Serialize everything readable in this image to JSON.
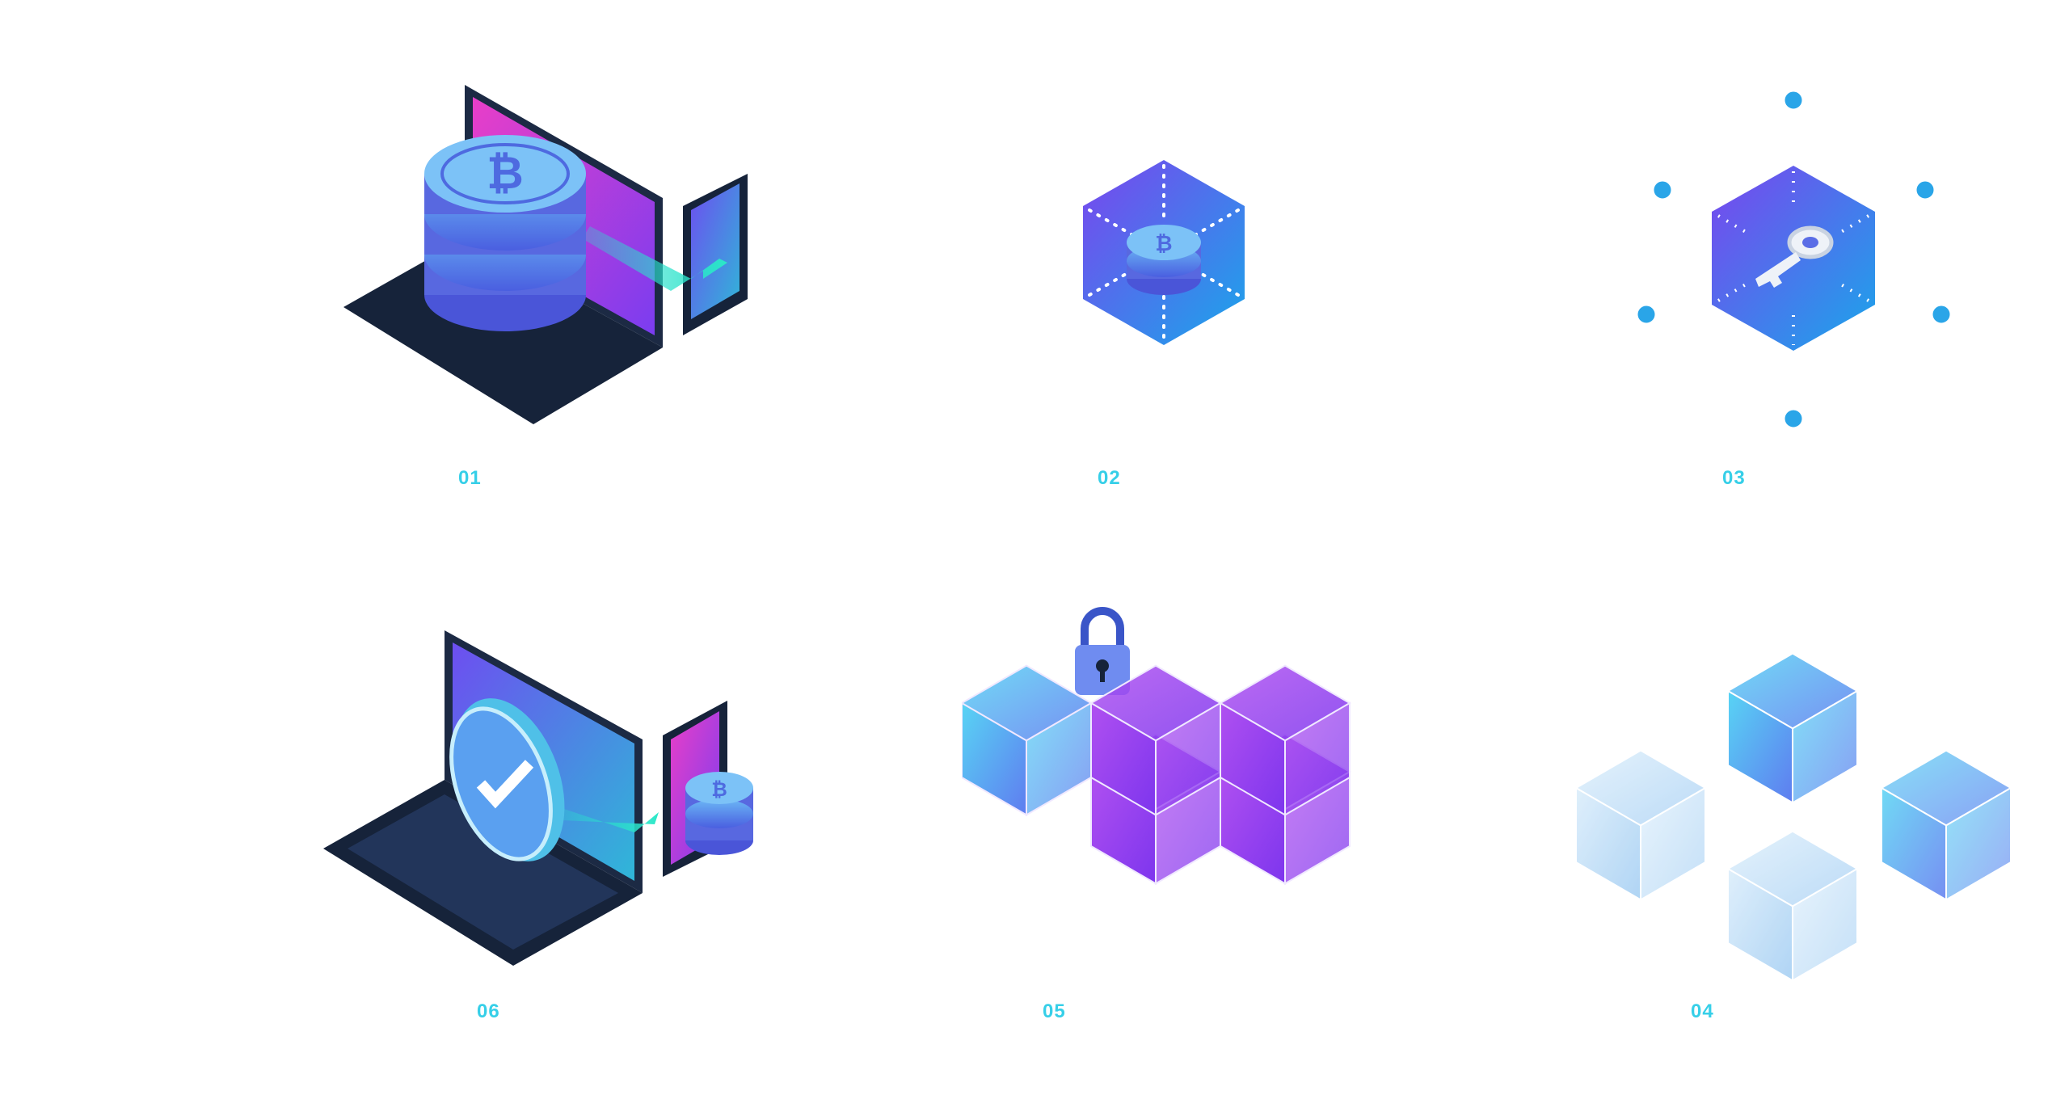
{
  "steps": [
    {
      "number": "01"
    },
    {
      "number": "02"
    },
    {
      "number": "03"
    },
    {
      "number": "04"
    },
    {
      "number": "05"
    },
    {
      "number": "06"
    }
  ],
  "colors": {
    "accent": "#36cfe8",
    "blue": "#2f7ef0",
    "purple": "#8b3df2",
    "dark": "#16233a",
    "check": "#2aa5e8"
  }
}
